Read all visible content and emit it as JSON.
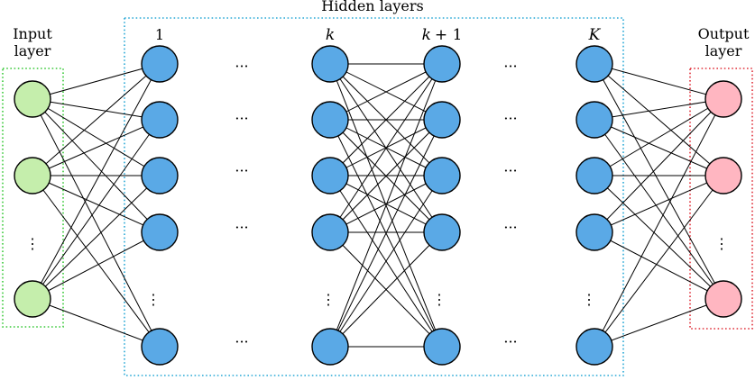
{
  "labels": {
    "hidden_layers": "Hidden layers",
    "input_layer_line1": "Input",
    "input_layer_line2": "layer",
    "output_layer_line1": "Output",
    "output_layer_line2": "layer",
    "layer_1": "1",
    "layer_k": "k",
    "layer_k_plus_1_var": "k",
    "layer_k_plus_1_op": "+ 1",
    "layer_K": "K"
  },
  "glyphs": {
    "ellipsis_h": "···",
    "ellipsis_v": "⋮"
  },
  "colors": {
    "input_node": "#c5eeac",
    "hidden_node": "#5aa9e6",
    "output_node": "#ffb6c1",
    "input_box": "#39c939",
    "hidden_box": "#29a8d6",
    "output_box": "#e0303a",
    "edge": "#000000",
    "node_stroke": "#000000"
  }
}
